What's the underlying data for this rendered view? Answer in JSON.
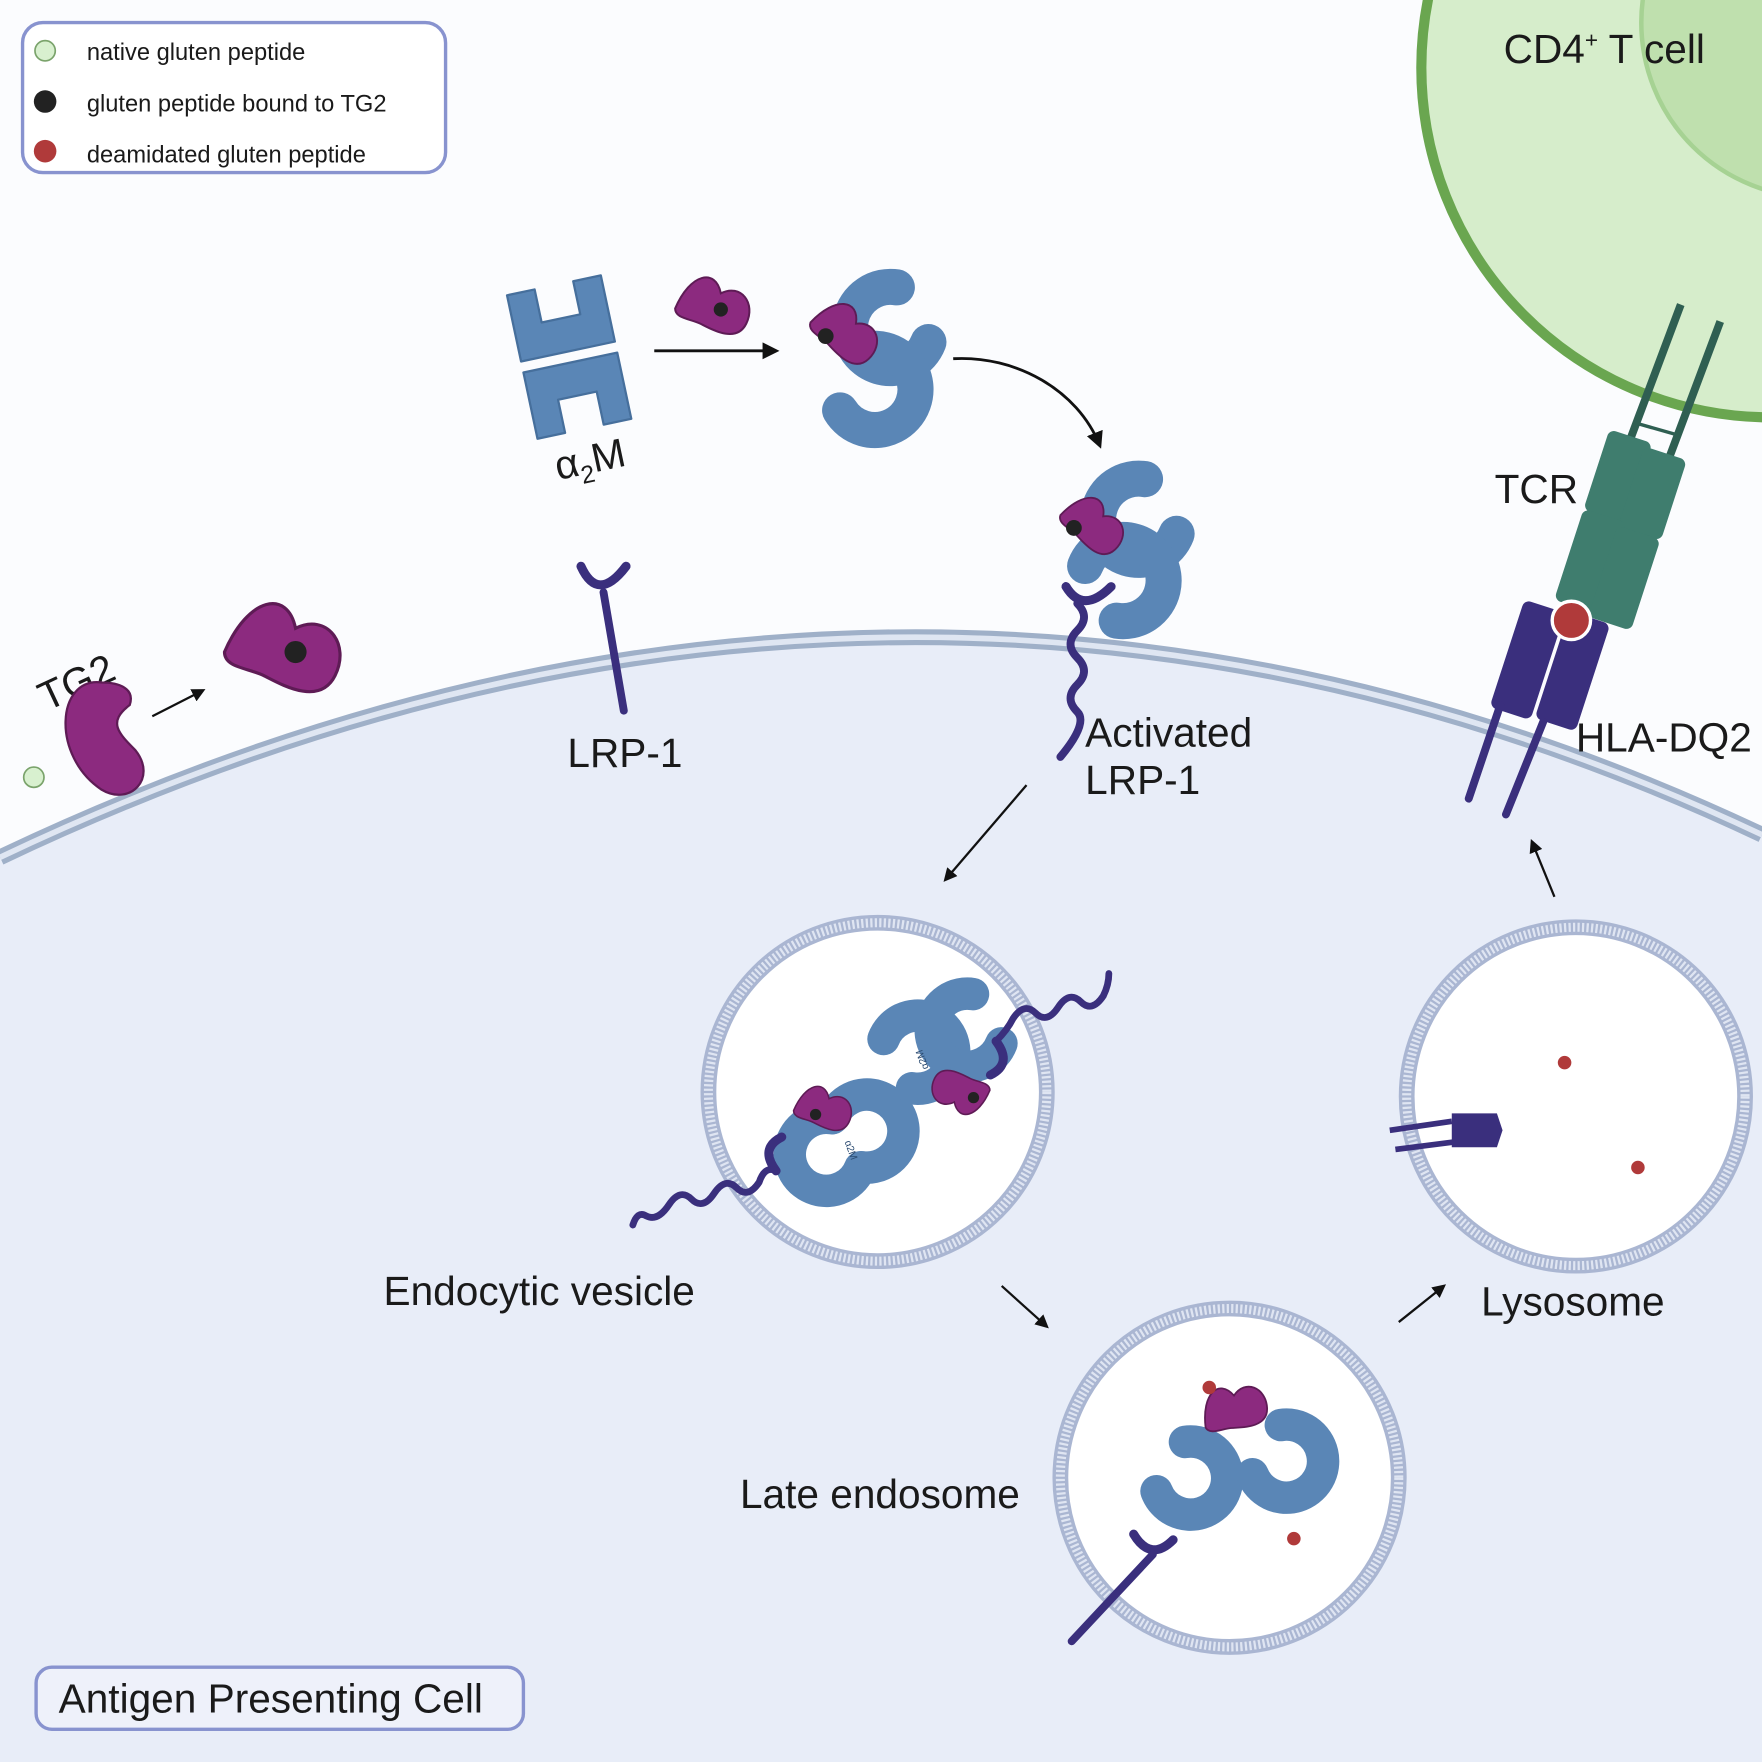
{
  "legend": {
    "items": [
      {
        "label": "native gluten peptide",
        "color": "#d8f0cf"
      },
      {
        "label": "gluten peptide bound to TG2",
        "color": "#222222"
      },
      {
        "label": "deamidated gluten peptide",
        "color": "#b03a3a"
      }
    ]
  },
  "labels": {
    "t_cell_main": "CD4",
    "t_cell_sup": "+",
    "t_cell_rest": " T cell",
    "a2m_a": "α",
    "a2m_sub": "2",
    "a2m_m": "M",
    "tg2": "TG2",
    "lrp1": "LRP-1",
    "activated_line1": "Activated",
    "activated_line2": "LRP-1",
    "tcr": "TCR",
    "hla": "HLA-DQ2",
    "endocytic": "Endocytic vesicle",
    "late_endosome": "Late endosome",
    "lysosome": "Lysosome",
    "apc": "Antigen Presenting Cell",
    "mini_a2m": "α2M"
  },
  "colors": {
    "a2m_blue": "#5a86b6",
    "tg2_purple": "#8c2a7f",
    "lrp_navy": "#3a2f7d",
    "tcr_green": "#3f7d6e",
    "cell_fill": "#e8edf8",
    "membrane": "#9fb0c8",
    "tcell_fill": "#d6edcb",
    "tcell_border": "#6aa650"
  }
}
